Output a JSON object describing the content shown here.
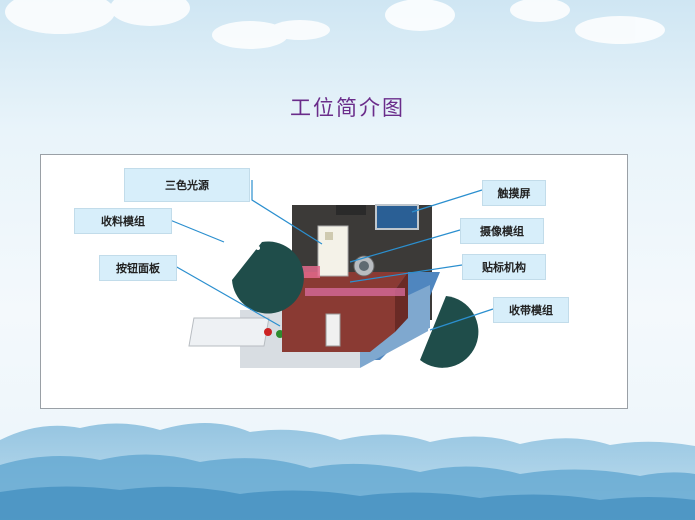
{
  "slide": {
    "title": "工位简介图"
  },
  "colors": {
    "title": "#6a2c8a",
    "label_bg": "#d7eefa",
    "leader_line": "#2b8fcf",
    "machine_base": "#4f86bf",
    "machine_body": "#8a3a33",
    "reel": "#1f4d4a"
  },
  "labels": {
    "light_source": "三色光源",
    "take_up_module": "收料模组",
    "button_panel": "按钮面板",
    "touch_screen": "触摸屏",
    "camera_module": "摄像模组",
    "labeling_mechanism": "贴标机构",
    "tape_module": "收带模组"
  }
}
